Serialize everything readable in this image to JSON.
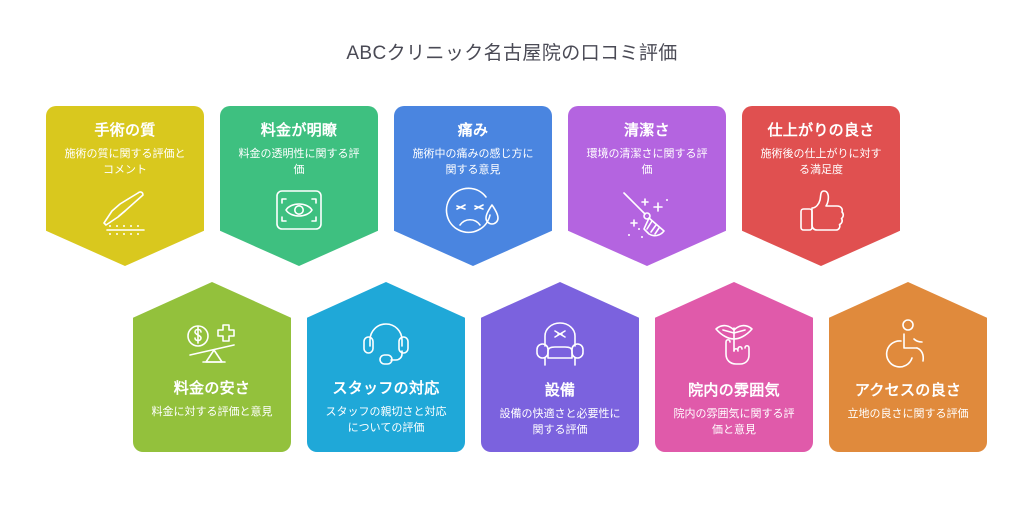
{
  "page": {
    "title": "ABCクリニック名古屋院の口コミ評価",
    "background_color": "#ffffff",
    "title_color": "#4a4a55"
  },
  "cards": {
    "top_row": [
      {
        "title": "手術の質",
        "description": "施術の質に関する評価とコメント",
        "color": "#D9C81E",
        "icon": "scalpel-icon"
      },
      {
        "title": "料金が明瞭",
        "description": "料金の透明性に関する評価",
        "color": "#3EC080",
        "icon": "eye-scan-icon"
      },
      {
        "title": "痛み",
        "description": "施術中の痛みの感じ方に関する意見",
        "color": "#4A85E0",
        "icon": "crying-face-icon"
      },
      {
        "title": "清潔さ",
        "description": "環境の清潔さに関する評価",
        "color": "#B464E0",
        "icon": "broom-sparkle-icon"
      },
      {
        "title": "仕上がりの良さ",
        "description": "施術後の仕上がりに対する満足度",
        "color": "#E05050",
        "icon": "thumbs-up-icon"
      }
    ],
    "bottom_row": [
      {
        "title": "料金の安さ",
        "description": "料金に対する評価と意見",
        "color": "#93C13C",
        "icon": "price-balance-icon"
      },
      {
        "title": "スタッフの対応",
        "description": "スタッフの親切さと対応についての評価",
        "color": "#1FA8D8",
        "icon": "headset-icon"
      },
      {
        "title": "設備",
        "description": "設備の快適さと必要性に関する評価",
        "color": "#7B62DE",
        "icon": "armchair-icon"
      },
      {
        "title": "院内の雰囲気",
        "description": "院内の雰囲気に関する評価と意見",
        "color": "#E05AAA",
        "icon": "shush-hand-icon"
      },
      {
        "title": "アクセスの良さ",
        "description": "立地の良さに関する評価",
        "color": "#E08A3C",
        "icon": "wheelchair-icon"
      }
    ]
  }
}
